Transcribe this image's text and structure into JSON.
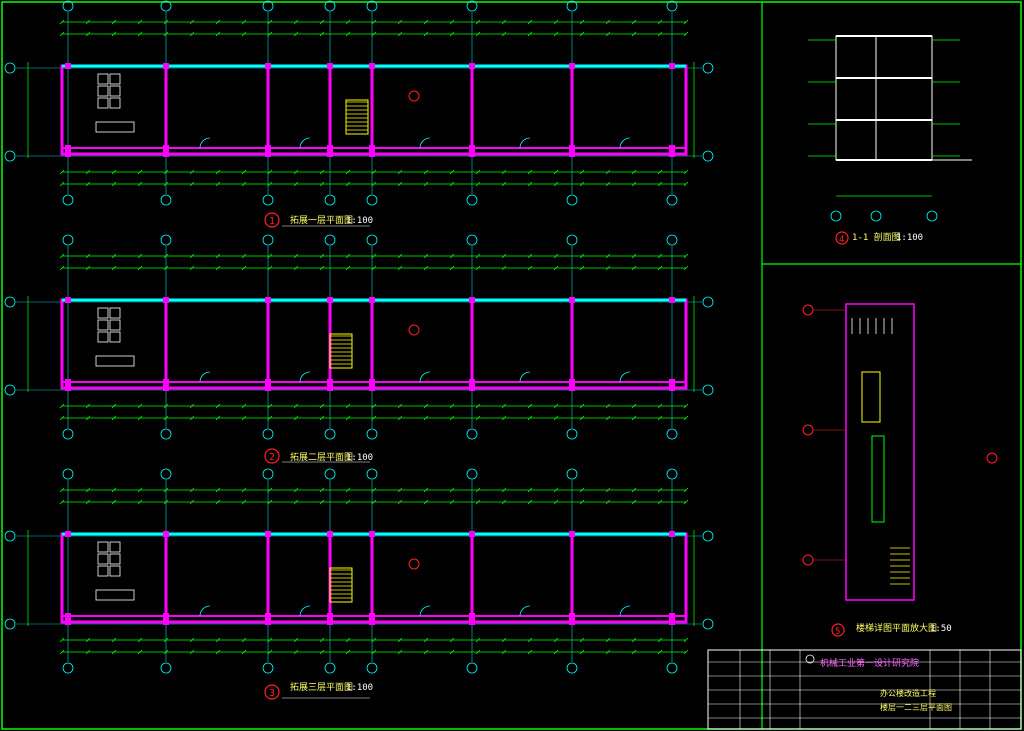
{
  "sheet": {
    "border_color": "#00ff00",
    "wall_color": "#ff00ff",
    "beam_color": "#00ffff",
    "grid_color": "#00ffff",
    "dim_color": "#00ff00",
    "text_color": "#ffff66",
    "mark_color": "#ff2020",
    "stair_color": "#ffff00"
  },
  "plans": [
    {
      "number": "1",
      "title": "拓展一层平面图",
      "scale": "1:100"
    },
    {
      "number": "2",
      "title": "拓展二层平面图",
      "scale": "1:100"
    },
    {
      "number": "3",
      "title": "拓展三层平面图",
      "scale": "1:100"
    }
  ],
  "side": {
    "section": {
      "number": "4",
      "title": "1-1 剖面图",
      "scale": "1:100"
    },
    "detail": {
      "number": "5",
      "title": "楼梯详图平面放大图",
      "scale": "1:50"
    }
  },
  "title_block": {
    "company": "机械工业第一设计研究院",
    "drawing_name": "楼层一二三层平面图",
    "project": "办公楼改造工程"
  },
  "icons": [
    "north-arrow-icon",
    "section-mark-icon",
    "door-swing-icon",
    "stair-icon"
  ]
}
